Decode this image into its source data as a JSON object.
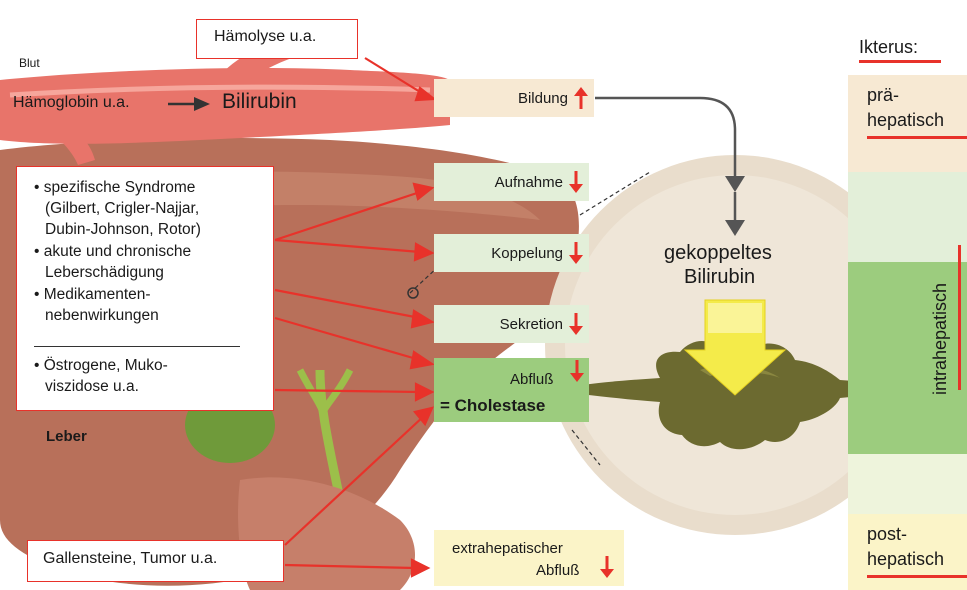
{
  "diagram": {
    "blut_label": "Blut",
    "haemolyse_label": "Hämolyse u.a.",
    "haemoglobin_label": "Hämoglobin u.a.",
    "bilirubin_label": "Bilirubin",
    "steps": {
      "bildung": "Bildung",
      "aufnahme": "Aufnahme",
      "koppelung": "Koppelung",
      "sekretion": "Sekretion",
      "abfluss": "Abfluß",
      "cholestase": "= Cholestase",
      "extrahepatischer_line1": "extrahepatischer",
      "extrahepatischer_line2": "Abfluß"
    },
    "causes_box": {
      "item1_l1": "• spezifische Syndrome",
      "item1_l2": "(Gilbert, Crigler-Najjar,",
      "item1_l3": "Dubin-Johnson, Rotor)",
      "item2_l1": "• akute und chronische",
      "item2_l2": "Leberschädigung",
      "item3_l1": "• Medikamenten-",
      "item3_l2": "nebenwirkungen",
      "item4_l1": "• Östrogene, Muko-",
      "item4_l2": "viszidose u.a."
    },
    "leber_label": "Leber",
    "gallensteine_label": "Gallensteine, Tumor u.a.",
    "gekoppeltes_l1": "gekoppeltes",
    "gekoppeltes_l2": "Bilirubin"
  },
  "ikterus": {
    "title": "Ikterus:",
    "prae_l1": "prä-",
    "prae_l2": "hepatisch",
    "intra": "intrahepatisch",
    "post_l1": "post-",
    "post_l2": "hepatisch"
  },
  "colors": {
    "red": "#e8322a",
    "blood": "#e8746a",
    "liver": "#b8705a",
    "beige": "#f7e9d3",
    "green_light": "#e3efd9",
    "green_dark": "#9ccc7e",
    "yellow_light": "#fbf4c8"
  }
}
